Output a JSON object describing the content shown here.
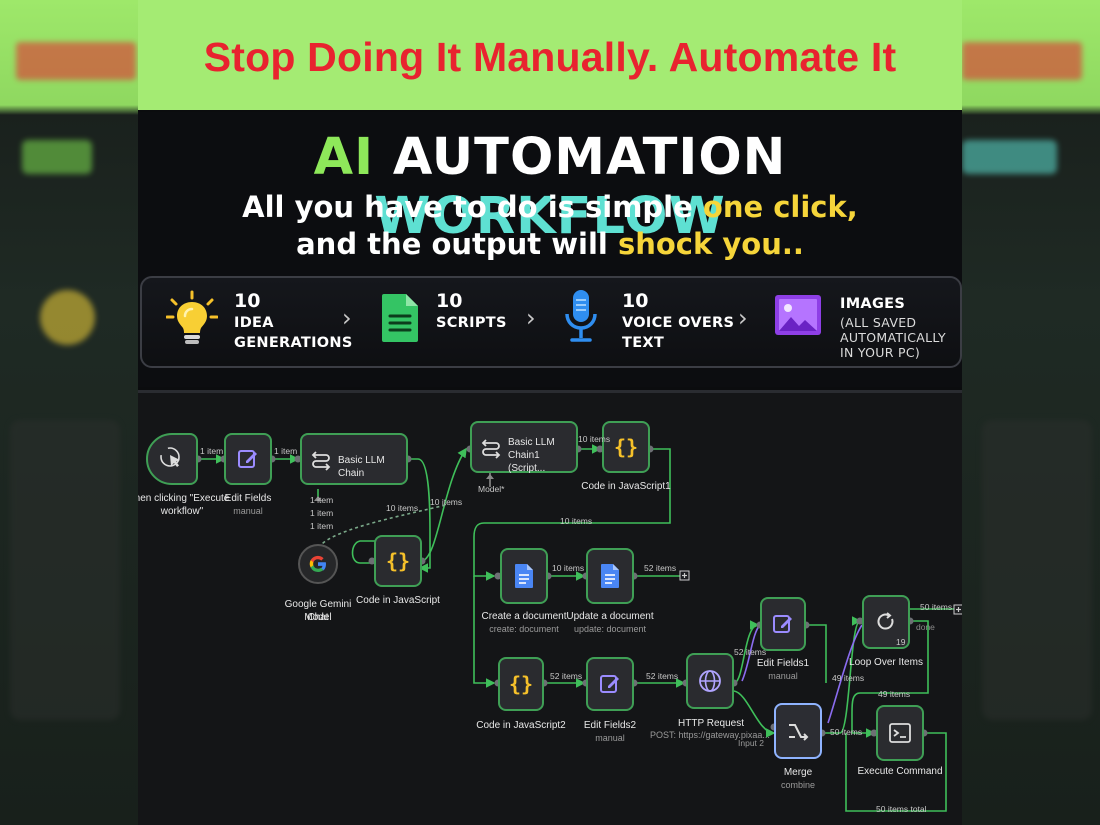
{
  "banner": {
    "text": "Stop Doing It Manually. Automate It"
  },
  "hero": {
    "title_ai": "AI",
    "title_automation": "AUTOMATION",
    "title_workflow": "WORKFLOW",
    "line1_prefix": "All you have to do is simple",
    "line1_highlight": "one click,",
    "line2_prefix": "and the output will",
    "line2_highlight": "shock you..",
    "steps": [
      {
        "count": "10",
        "label_line1": "IDEA",
        "label_line2": "GENERATIONS",
        "icon": "lightbulb-icon"
      },
      {
        "count": "10",
        "label_line1": "SCRIPTS",
        "icon": "document-icon"
      },
      {
        "count": "10",
        "label_line1": "VOICE OVERS",
        "label_line2": "TEXT",
        "icon": "microphone-icon"
      },
      {
        "label_line1": "IMAGES",
        "note_line1": "(ALL SAVED",
        "note_line2": "AUTOMATICALLY",
        "note_line3": "IN YOUR PC)",
        "icon": "image-icon"
      }
    ]
  },
  "workflow": {
    "nodes": {
      "trigger": {
        "label_line1": "hen clicking \"Execute",
        "label_line2": "workflow\""
      },
      "edit_fields": {
        "label": "Edit Fields",
        "sub": "manual"
      },
      "basic_llm": {
        "label": "Basic LLM Chain"
      },
      "gemini": {
        "label_line1": "Google Gemini Chat",
        "label_line2": "Model"
      },
      "code_js": {
        "label": "Code in JavaScript"
      },
      "basic_llm1": {
        "label_line1": "Basic LLM",
        "label_line2": "Chain1 (Script..."
      },
      "code_js1": {
        "label": "Code in JavaScript1"
      },
      "create_doc": {
        "label": "Create a document",
        "sub": "create: document"
      },
      "update_doc": {
        "label": "Update a document",
        "sub": "update: document"
      },
      "code_js2": {
        "label": "Code in JavaScript2"
      },
      "edit_fields2": {
        "label": "Edit Fields2",
        "sub": "manual"
      },
      "http": {
        "label": "HTTP Request",
        "sub": "POST: https://gateway.pixaa..."
      },
      "edit_fields1": {
        "label": "Edit Fields1",
        "sub": "manual"
      },
      "merge": {
        "label": "Merge",
        "sub": "combine"
      },
      "loop": {
        "label": "Loop Over Items"
      },
      "exec": {
        "label": "Execute Command"
      }
    },
    "edges": {
      "e1": "1 item",
      "e2": "1 item",
      "e3a": "1 item",
      "e3b": "1 item",
      "e3c": "1 item",
      "model": "Model*",
      "e4": "10 items",
      "e4b": "10 items",
      "e5": "10 items",
      "e6": "10 items",
      "e7": "10 items",
      "e8": "52 items",
      "e9": "52 items",
      "e10": "52 items",
      "e11": "52 items",
      "e12": "49 items",
      "e13": "49 items",
      "e14": "50 items",
      "e15": "50 items",
      "e16": "50 items total",
      "input2": "Input 2",
      "loop_count": "19",
      "loop_done": "done"
    }
  }
}
